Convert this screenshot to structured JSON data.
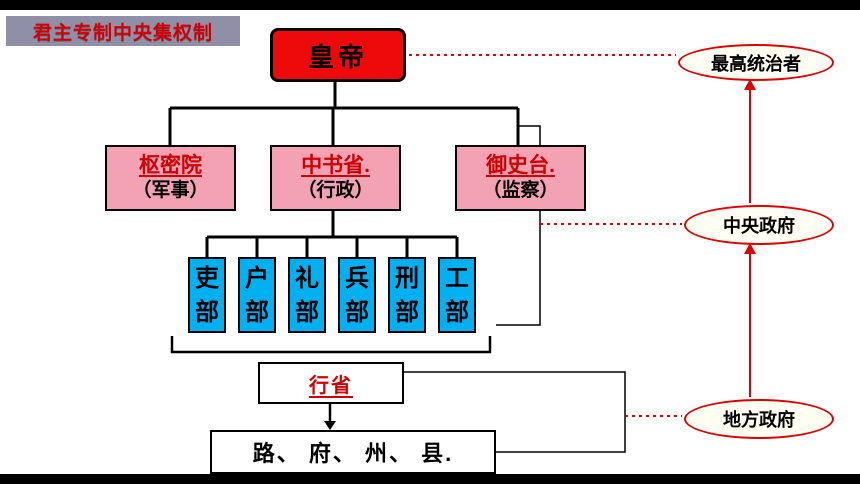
{
  "header": {
    "title": "君主专制中央集权制"
  },
  "diagram": {
    "emperor": {
      "label": "皇帝"
    },
    "departments": [
      {
        "name": "枢密院",
        "role": "（军事）"
      },
      {
        "name": "中书省.",
        "role": "（行政）"
      },
      {
        "name": "御史台.",
        "role": "（监察）"
      }
    ],
    "ministries": [
      "吏部",
      "户部",
      "礼部",
      "兵部",
      "刑部",
      "工部"
    ],
    "province": {
      "label": "行省"
    },
    "local_levels": {
      "label": "路、 府、 州、 县."
    }
  },
  "annotations": {
    "supreme": "最高统治者",
    "central": "中央政府",
    "local": "地方政府"
  },
  "colors": {
    "emperor_bg": "#ee0a0a",
    "department_bg": "#f3a2b3",
    "ministry_bg": "#00b0f0",
    "title_bg": "#8f8fa8",
    "red_text": "#d10000",
    "annotation_border": "#e00000",
    "connector": "#000000"
  }
}
